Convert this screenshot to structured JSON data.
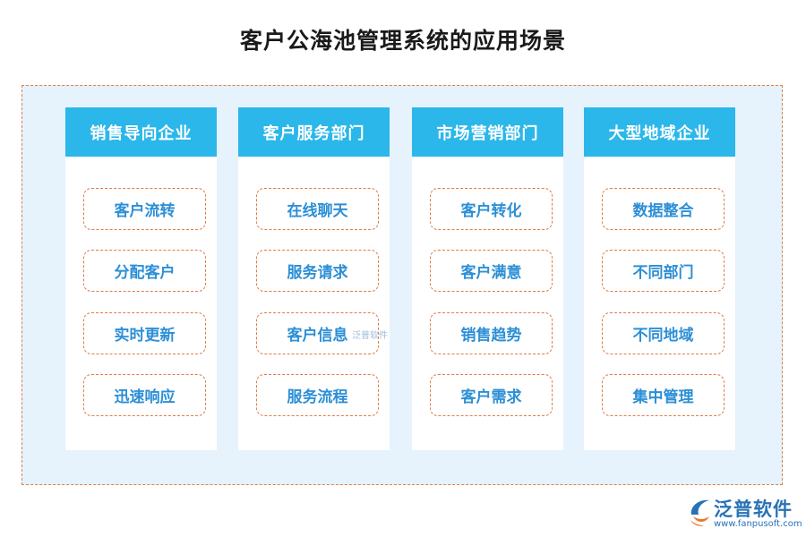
{
  "title": "客户公海池管理系统的应用场景",
  "columns": [
    {
      "header": "销售导向企业",
      "items": [
        "客户流转",
        "分配客户",
        "实时更新",
        "迅速响应"
      ]
    },
    {
      "header": "客户服务部门",
      "items": [
        "在线聊天",
        "服务请求",
        "客户信息",
        "服务流程"
      ]
    },
    {
      "header": "市场营销部门",
      "items": [
        "客户转化",
        "客户满意",
        "销售趋势",
        "客户需求"
      ]
    },
    {
      "header": "大型地域企业",
      "items": [
        "数据整合",
        "不同部门",
        "不同地域",
        "集中管理"
      ]
    }
  ],
  "watermark": "泛普软件",
  "brand": {
    "name": "泛普软件",
    "url": "www.fanpusoft.com",
    "logo_icon": "fanpu-logo-icon"
  },
  "colors": {
    "header_bg": "#2bb7ea",
    "item_text": "#2c8fd6",
    "dashed_border": "#e07b46",
    "panel_bg": "#e6f2fc",
    "brand": "#2872b6"
  }
}
